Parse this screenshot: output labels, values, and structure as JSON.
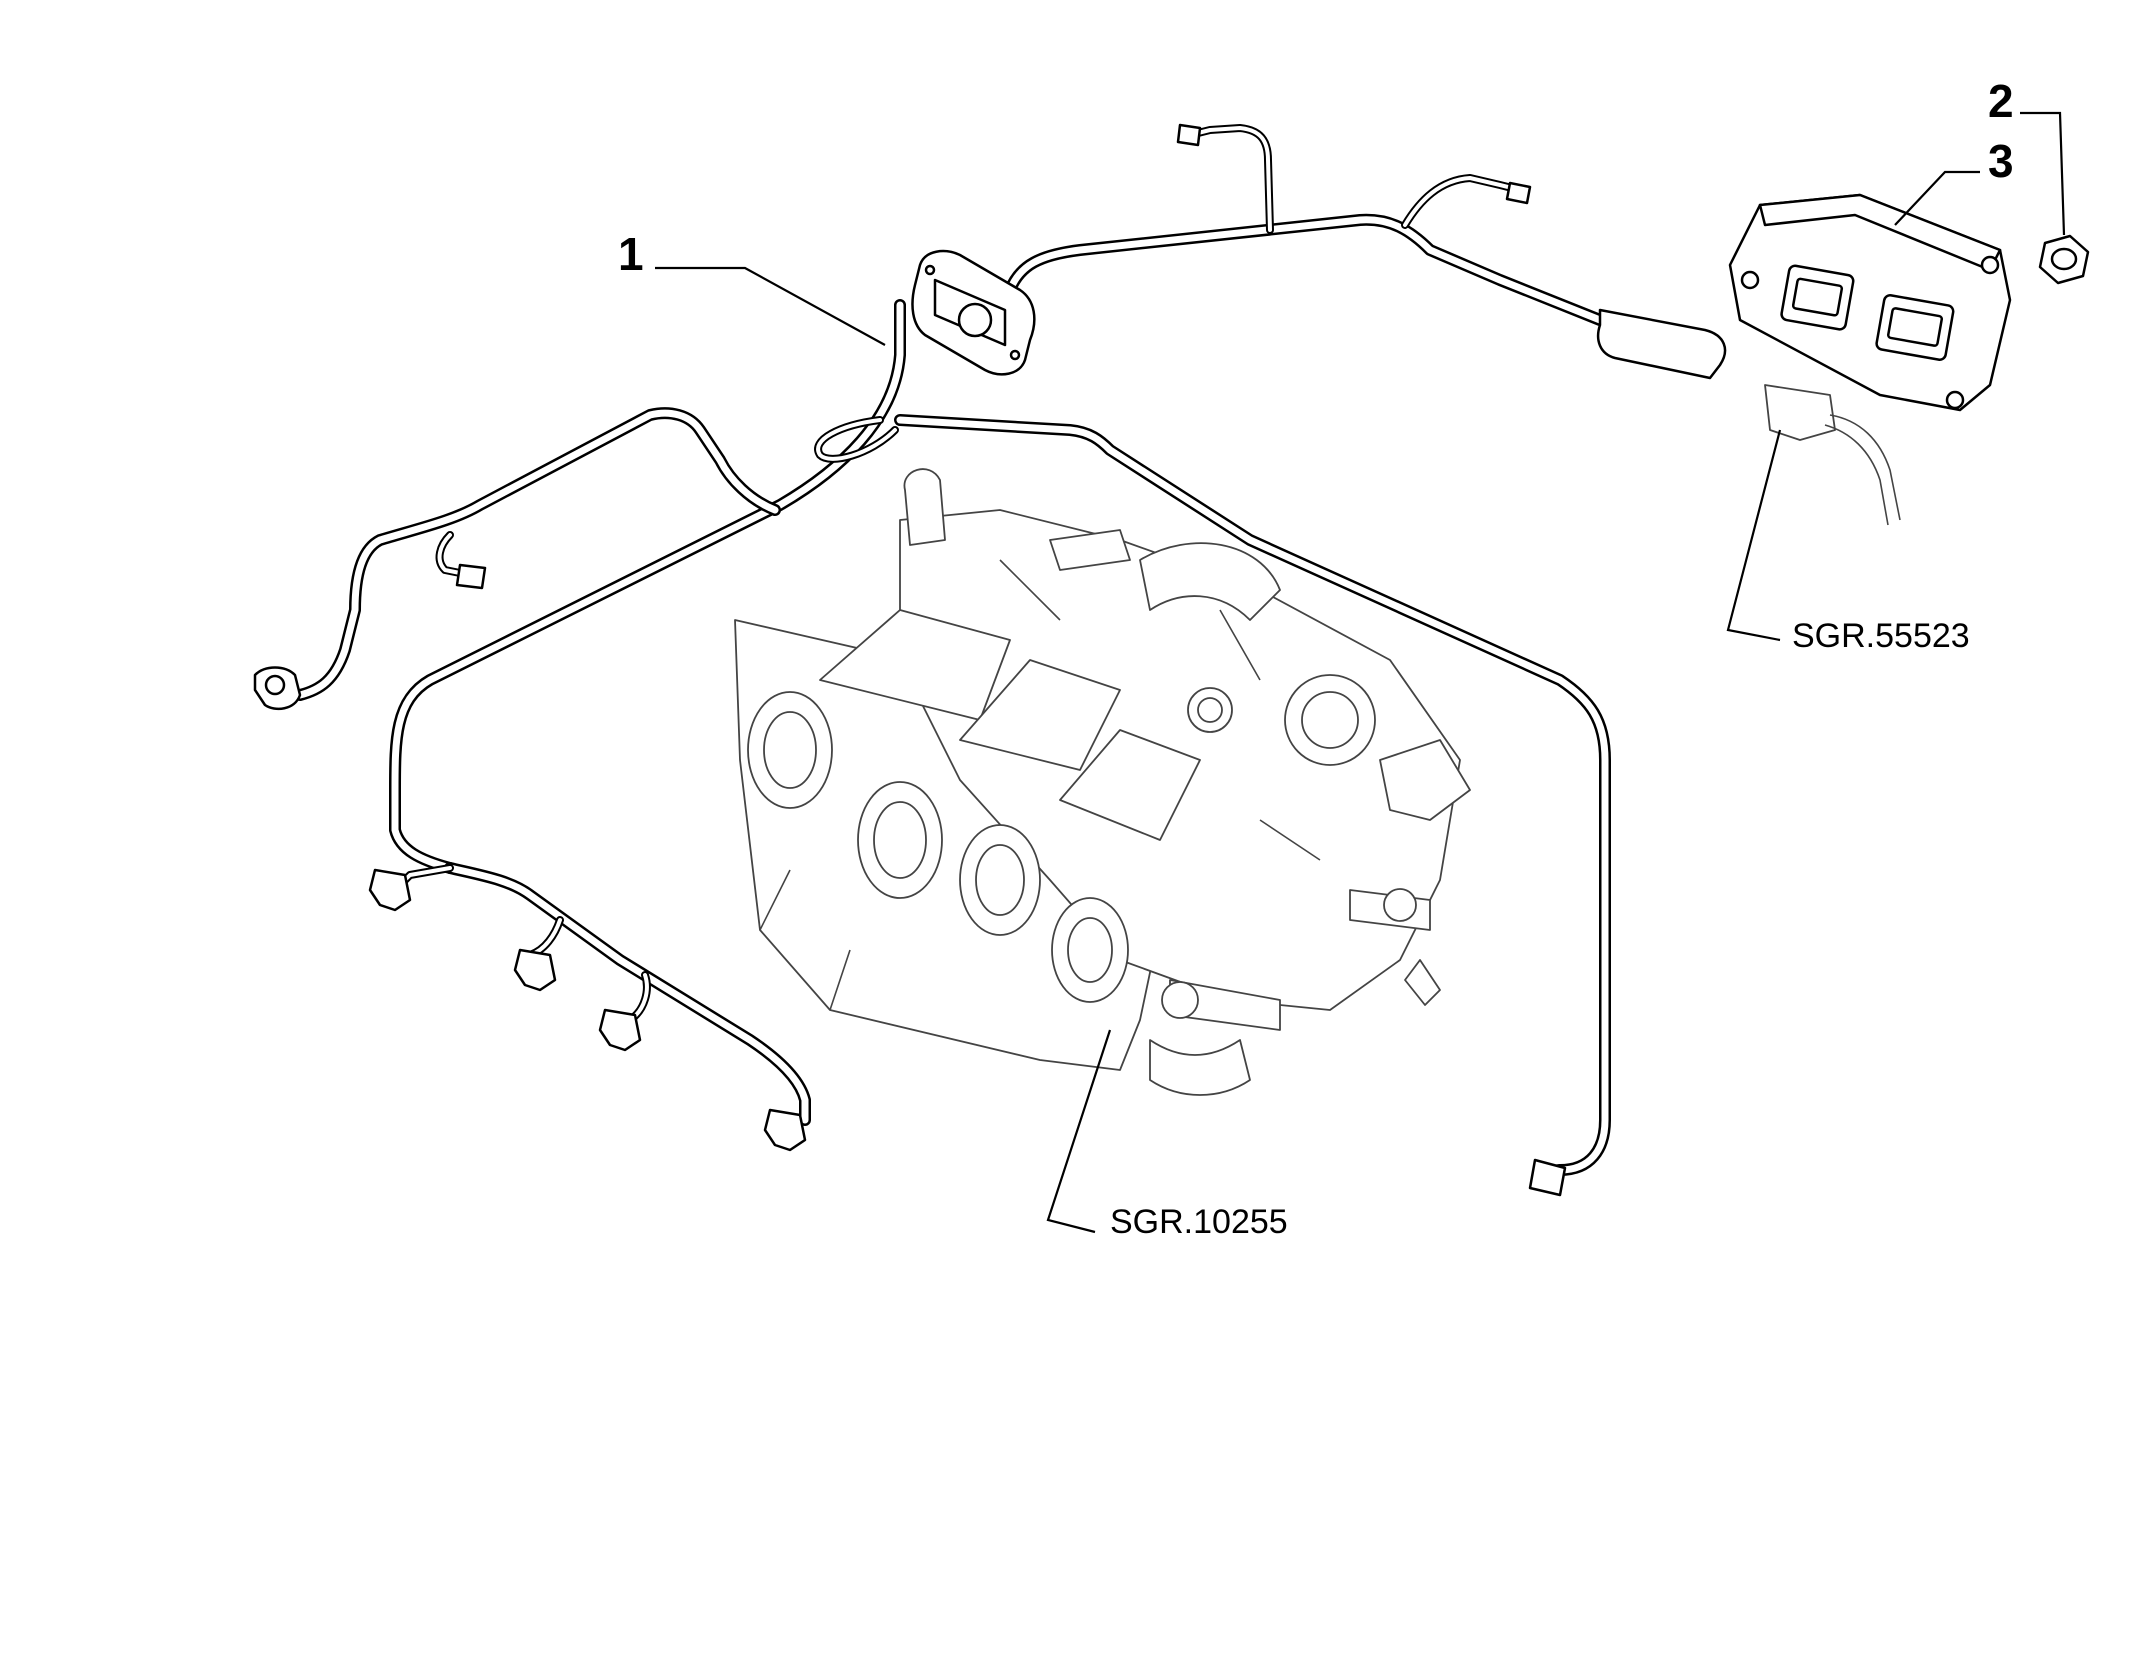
{
  "callouts": [
    {
      "number": "1",
      "part": "wiring-harness"
    },
    {
      "number": "2",
      "part": "nut"
    },
    {
      "number": "3",
      "part": "control-unit"
    }
  ],
  "references": [
    {
      "code": "SGR.55523"
    },
    {
      "code": "SGR.10255"
    }
  ]
}
